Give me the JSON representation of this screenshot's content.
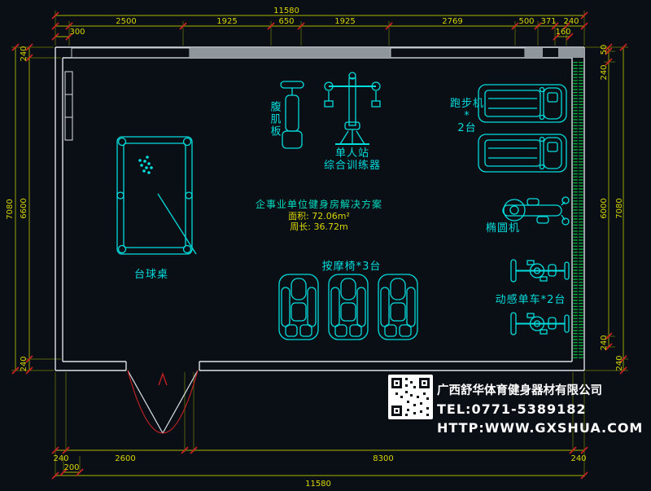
{
  "colors": {
    "background": "#0a0f16",
    "dimension_lines": "#a8b400",
    "dimension_text": "#d8d600",
    "tick_red": "#cc2222",
    "equipment_cyan": "#00dcdc",
    "wall_white": "#dde2e6",
    "wall_fill_gray": "#8f979c",
    "window_green": "#00b33a",
    "footer_white": "#ffffff"
  },
  "dims": {
    "top_total": "11580",
    "top_segments": [
      "2500",
      "1925",
      "650",
      "1925",
      "2769",
      "500",
      "371",
      "240"
    ],
    "top_left_small": "300",
    "top_right_small": "160",
    "left_outer": "7080",
    "left_inner": [
      "240",
      "6600",
      "240"
    ],
    "right_inner": [
      "50",
      "240",
      "6000",
      "240"
    ],
    "right_outer": "7080",
    "right_outer_bottom": "240",
    "bottom_row": [
      "240",
      "2600",
      "8300",
      "240"
    ],
    "bottom_small": "200",
    "bottom_total": "11580"
  },
  "equipment": {
    "billiard": "台球桌",
    "ab_board": "腹肌板",
    "trainer_line1": "单人站",
    "trainer_line2": "综合训练器",
    "treadmill_line1": "跑步机",
    "treadmill_line2": "*",
    "treadmill_line3": "2台",
    "elliptical": "椭圆机",
    "massage": "按摩椅*3台",
    "spin_bike": "动感单车*2台"
  },
  "info": {
    "title": "企事业单位健身房解决方案",
    "area": "面积: 72.06m²",
    "perimeter": "周长: 36.72m"
  },
  "footer": {
    "company": "广西舒华体育健身器材有限公司",
    "tel": "TEL:0771-5389182",
    "url": "HTTP:WWW.GXSHUA.COM"
  }
}
